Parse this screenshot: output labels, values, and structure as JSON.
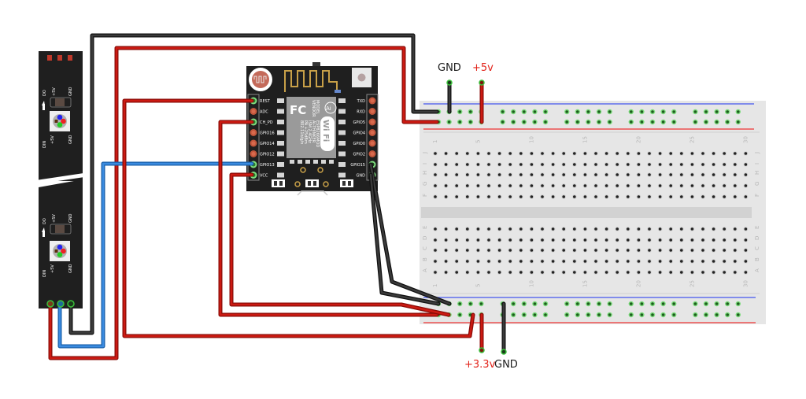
{
  "title": "ESP8266 (ESP-12F Witty Cloud) WS2812 LED strip wiring on breadboard",
  "breadboard": {
    "columns": [
      "1",
      "5",
      "10",
      "15",
      "20",
      "25",
      "30"
    ],
    "top_rows": [
      "J",
      "I",
      "H",
      "G",
      "F"
    ],
    "bottom_rows": [
      "E",
      "D",
      "C",
      "B",
      "A"
    ],
    "column_count": 30
  },
  "labels": {
    "top_gnd": "GND",
    "top_5v": "+5v",
    "bottom_33v": "+3.3v",
    "bottom_gnd": "GND"
  },
  "colors": {
    "wire_red": "#c0150f",
    "wire_black": "#222222",
    "wire_blue": "#2f7fd6",
    "label_red": "#e2231a",
    "label_black": "#1a1a1a",
    "pcb": "#1f1f1f",
    "breadboard": "#e6e6e6",
    "rail_blue": "#4455ee",
    "rail_red": "#ee3333",
    "pin_green": "#3bbf3b"
  },
  "esp_module": {
    "left_pins": [
      "REST",
      "ADC",
      "CH_PD",
      "GPIO16",
      "GPIO14",
      "GPIO12",
      "GPIO13",
      "VCC"
    ],
    "right_pins": [
      "TXD",
      "RXD",
      "GPIO5",
      "GPIO4",
      "GPIO0",
      "GPIO2",
      "GPIO15",
      "GND"
    ],
    "shield_text": [
      "MODEL",
      "VENDOR",
      "ESP8266MOD",
      "AI-THINKER",
      "ISM 2.4GHz",
      "PA +25dBm",
      "802.11b/g/n"
    ],
    "logo_ai": "Ai",
    "logo_wifi": "Wi Fi",
    "logo_fc": "FC"
  },
  "led_strip": {
    "segment_labels": [
      "DO",
      "+5V",
      "GND"
    ],
    "input_labels": [
      "DIN",
      "+5V",
      "GND"
    ]
  }
}
